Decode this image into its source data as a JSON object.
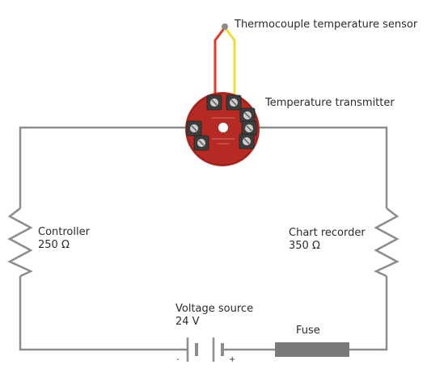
{
  "labels": {
    "sensor": "Thermocouple temperature sensor",
    "transmitter": "Temperature transmitter",
    "controller_name": "Controller",
    "controller_value": "250 Ω",
    "recorder_name": "Chart recorder",
    "recorder_value": "350 Ω",
    "voltage_name": "Voltage source",
    "voltage_value": "24 V",
    "fuse": "Fuse",
    "minus": "-",
    "plus": "+"
  },
  "colors": {
    "wire": "#8c8c8c",
    "transmitter": "#b52b24",
    "fuse": "#7a7a7a",
    "thermo_red": "#e03a2a",
    "thermo_yellow": "#f2dc2e"
  }
}
